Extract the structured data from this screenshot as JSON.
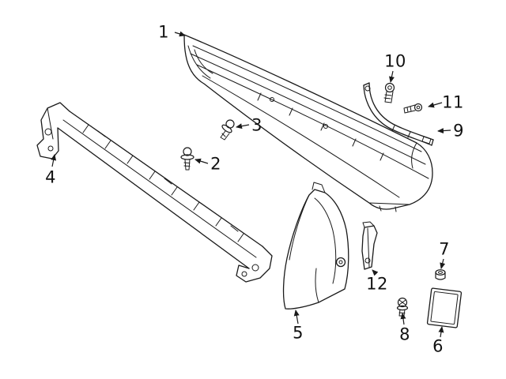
{
  "colors": {
    "background": "#ffffff",
    "line": "#1a1a1a",
    "label": "#111111"
  },
  "diagram": {
    "kind": "exploded-parts-line-drawing",
    "callouts": [
      {
        "label": "1"
      },
      {
        "label": "2"
      },
      {
        "label": "3"
      },
      {
        "label": "4"
      },
      {
        "label": "5"
      },
      {
        "label": "6"
      },
      {
        "label": "7"
      },
      {
        "label": "8"
      },
      {
        "label": "9"
      },
      {
        "label": "10"
      },
      {
        "label": "11"
      },
      {
        "label": "12"
      }
    ]
  }
}
